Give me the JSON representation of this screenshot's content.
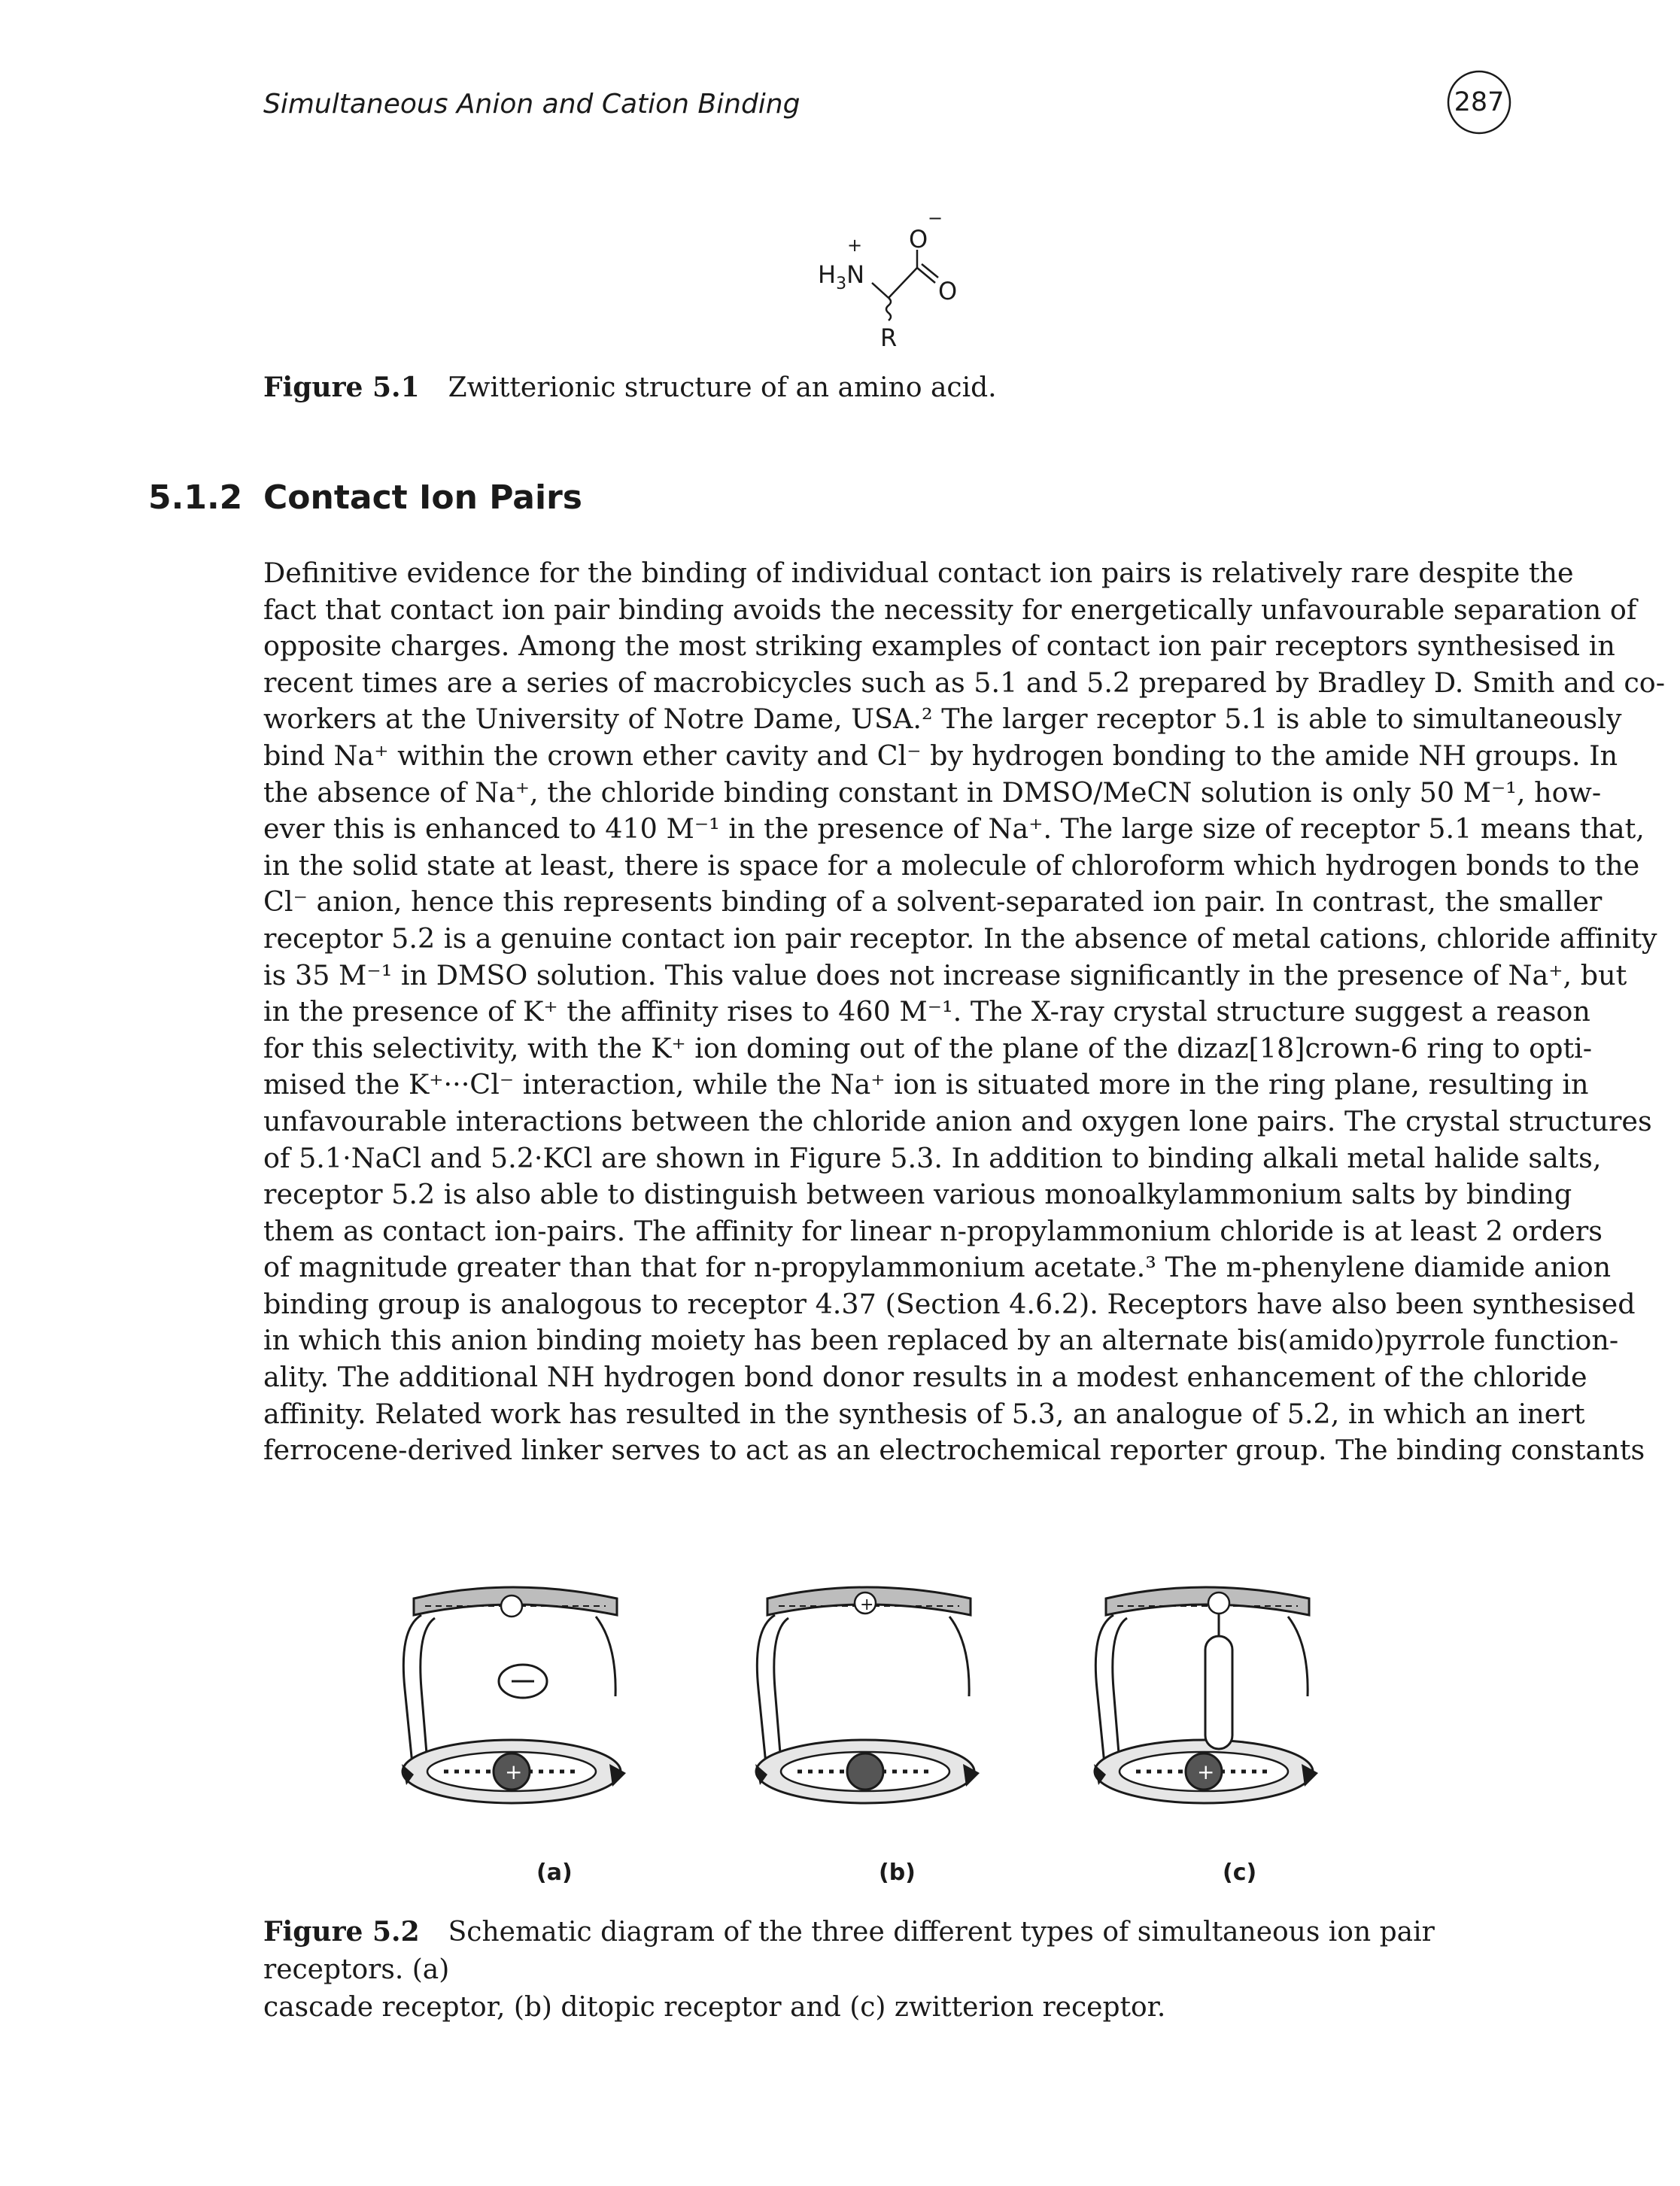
{
  "running_head": "Simultaneous Anion and Cation Binding",
  "page_number": "287",
  "figure_5_1": {
    "structure_labels": {
      "charge_plus": "+",
      "amine": "H3N",
      "charge_minus": "−",
      "oxygen_top": "O",
      "oxygen_right": "O",
      "side_chain": "R"
    },
    "label": "Figure 5.1",
    "caption": "Zwitterionic structure of an amino acid."
  },
  "section": {
    "number": "5.1.2",
    "title": "Contact Ion Pairs"
  },
  "body_lines": [
    "Definitive evidence for the binding of individual contact ion pairs is relatively rare despite the",
    "fact that contact ion pair binding avoids the necessity for energetically unfavourable separation of",
    "opposite charges. Among the most striking examples of contact ion pair receptors synthesised in",
    "recent times are a series of macrobicycles such as 5.1 and 5.2 prepared by Bradley D. Smith and co-",
    "workers at the University of Notre Dame, USA.² The larger receptor 5.1 is able to simultaneously",
    "bind Na⁺ within the crown ether cavity and Cl⁻ by hydrogen bonding to the amide NH groups. In",
    "the absence of Na⁺, the chloride binding constant in DMSO/MeCN solution is only 50 M⁻¹, how-",
    "ever this is enhanced to 410 M⁻¹ in the presence of Na⁺. The large size of receptor 5.1 means that,",
    "in the solid state at least, there is space for a molecule of chloroform which hydrogen bonds to the",
    "Cl⁻ anion, hence this represents binding of a solvent-separated ion pair. In contrast, the smaller",
    "receptor 5.2 is a genuine contact ion pair receptor. In the absence of metal cations, chloride affinity",
    "is 35 M⁻¹ in DMSO solution. This value does not increase significantly in the presence of Na⁺, but",
    "in the presence of K⁺ the affinity rises to 460 M⁻¹. The X-ray crystal structure suggest a reason",
    "for this selectivity, with the K⁺ ion doming out of the plane of the dizaz[18]crown-6 ring to opti-",
    "mised the K⁺···Cl⁻ interaction, while the Na⁺ ion is situated more in the ring plane, resulting in",
    "unfavourable interactions between the chloride anion and oxygen lone pairs. The crystal structures",
    "of 5.1·NaCl and 5.2·KCl are shown in Figure 5.3. In addition to binding alkali metal halide salts,",
    "receptor 5.2 is also able to distinguish between various monoalkylammonium salts by binding",
    "them as contact ion-pairs. The affinity for linear n-propylammonium chloride is at least 2 orders",
    "of magnitude greater than that for n-propylammonium acetate.³ The m-phenylene diamide anion",
    "binding group is analogous to receptor 4.37 (Section 4.6.2). Receptors have also been synthesised",
    "in which this anion binding moiety has been replaced by an alternate bis(amido)pyrrole function-",
    "ality. The additional NH hydrogen bond donor results in a modest enhancement of the chloride",
    "affinity. Related work has resulted in the synthesis of 5.3, an analogue of 5.2, in which an inert",
    "ferrocene-derived linker serves to act as an electrochemical reporter group. The binding constants"
  ],
  "figure_5_2": {
    "panel_labels": [
      "(a)",
      "(b)",
      "(c)"
    ],
    "label": "Figure 5.2",
    "caption_lines": [
      "Schematic diagram of the three different types of simultaneous ion pair receptors. (a)",
      "cascade receptor, (b) ditopic receptor and (c) zwitterion receptor."
    ]
  }
}
